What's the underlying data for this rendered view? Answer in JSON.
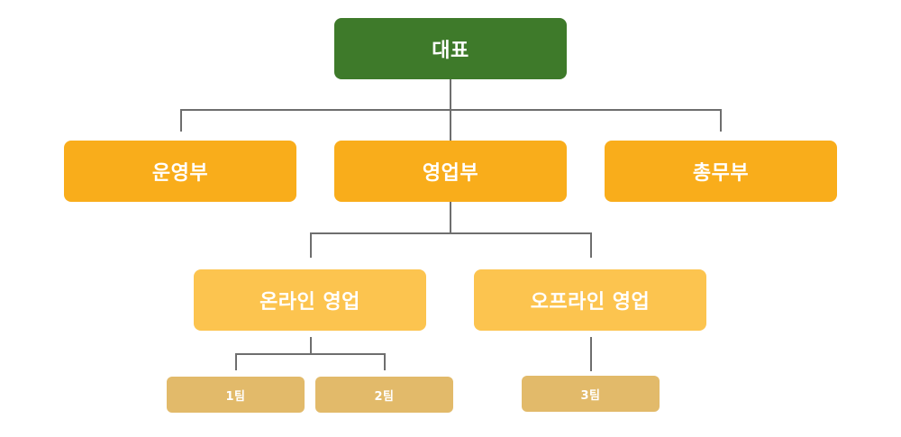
{
  "org_chart": {
    "root": {
      "label": "대표",
      "color": "#3e7a2a"
    },
    "departments": [
      {
        "label": "운영부"
      },
      {
        "label": "영업부"
      },
      {
        "label": "총무부"
      }
    ],
    "sales_units": [
      {
        "label": "온라인 영업"
      },
      {
        "label": "오프라인 영업"
      }
    ],
    "teams": [
      {
        "label": "1팀"
      },
      {
        "label": "2팀"
      },
      {
        "label": "3팀"
      }
    ],
    "colors": {
      "department": "#f9ad1b",
      "sales_unit": "#fcc44f",
      "team": "#e2ba6a",
      "connector": "#6e6e6e"
    }
  }
}
